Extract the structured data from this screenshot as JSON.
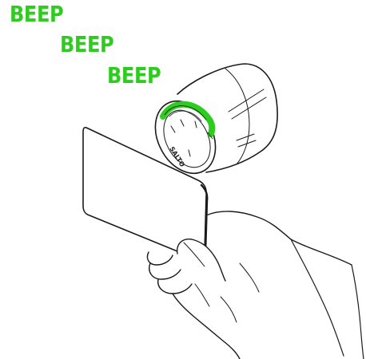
{
  "beeps": [
    "BEEP",
    "BEEP",
    "BEEP"
  ],
  "lock": {
    "brand": "SALTO",
    "led_color": "#2ecc1f"
  },
  "colors": {
    "beep_text": "#2ecc1f",
    "line": "#1a1a1a"
  },
  "icons": {
    "lock": "electronic-cylinder-lock",
    "card": "access-card",
    "hand": "hand-holding-card"
  }
}
